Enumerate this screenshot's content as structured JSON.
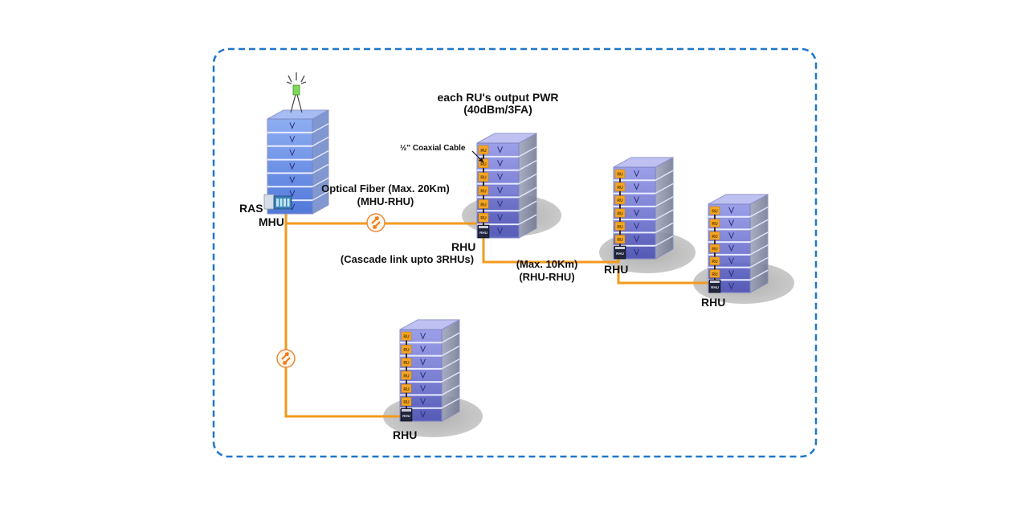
{
  "diagram": {
    "title": "MHU-RHU distributed antenna topology",
    "colors": {
      "frame_border": "#1f77c8",
      "fiber_line": "#f39a1e",
      "building_glass": "#5a63d8",
      "building_edge": "#8c90c8",
      "ru_module": "#f5a623",
      "shadow": "#bdbdbd",
      "antenna_green": "#7ed957"
    },
    "nodes": [
      {
        "id": "mhu",
        "type": "main-hub",
        "labels": [
          "RAS",
          "MHU"
        ]
      },
      {
        "id": "rhu1",
        "type": "remote-hub",
        "label": "RHU",
        "ru_count": 6,
        "ru_label": "RU",
        "hub_label": "RHU"
      },
      {
        "id": "rhu2",
        "type": "remote-hub",
        "label": "RHU",
        "ru_count": 6,
        "ru_label": "RU",
        "hub_label": "RHU"
      },
      {
        "id": "rhu3",
        "type": "remote-hub",
        "label": "RHU",
        "ru_count": 6,
        "ru_label": "RU",
        "hub_label": "RHU"
      },
      {
        "id": "rhu4",
        "type": "remote-hub",
        "label": "RHU",
        "ru_count": 6,
        "ru_label": "RU",
        "hub_label": "RHU"
      }
    ],
    "edges": [
      {
        "from": "mhu",
        "to": "rhu1",
        "medium": "optical fiber"
      },
      {
        "from": "rhu1",
        "to": "rhu2",
        "medium": "cascade"
      },
      {
        "from": "rhu2",
        "to": "rhu3",
        "medium": "cascade"
      },
      {
        "from": "mhu",
        "to": "rhu4",
        "medium": "optical fiber"
      }
    ],
    "annotations": {
      "output_power_line1": "each RU's output PWR",
      "output_power_line2": "(40dBm/3FA)",
      "coaxial": "½\" Coaxial Cable",
      "fiber_line1": "Optical Fiber (Max. 20Km)",
      "fiber_line2": "(MHU-RHU)",
      "rhu1_label": "RHU",
      "cascade": "(Cascade link upto 3RHUs)",
      "rhu_rhu_line1": "(Max. 10Km)",
      "rhu_rhu_line2": "(RHU-RHU)",
      "rhu2_label": "RHU",
      "rhu3_label": "RHU",
      "rhu4_label": "RHU",
      "ras_label": "RAS",
      "mhu_label": "MHU"
    }
  }
}
